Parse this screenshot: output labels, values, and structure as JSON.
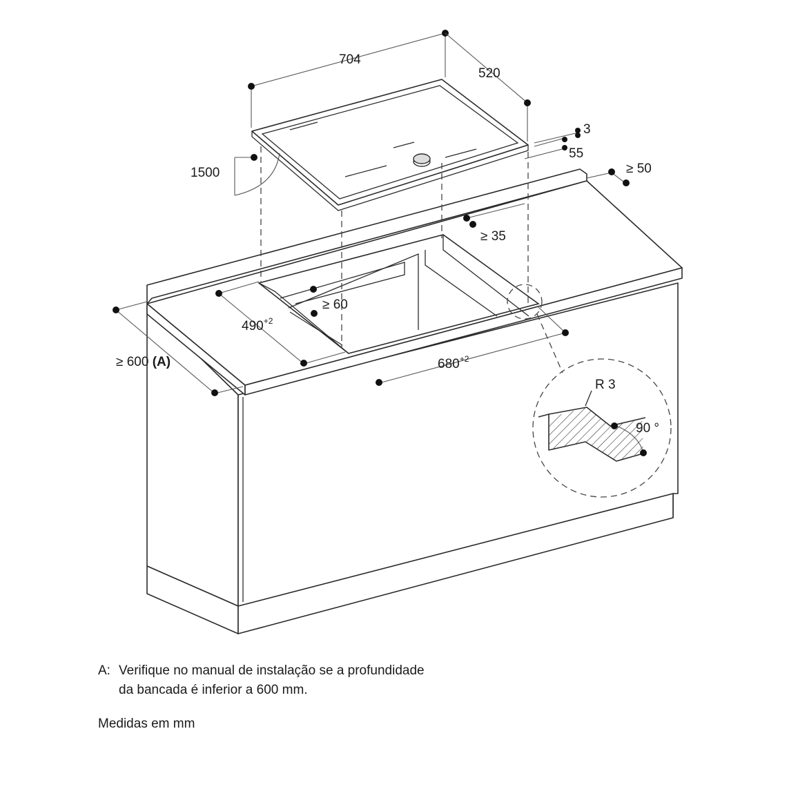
{
  "dimensions": {
    "width": "704",
    "depth": "520",
    "cable": "1500",
    "glass": "3",
    "height": "55",
    "rear_clearance": "≥ 50",
    "rear_min": "≥ 35",
    "front_min": "≥ 60",
    "cutout_depth": "490",
    "cutout_depth_tol": "+2",
    "cutout_width": "680",
    "cutout_width_tol": "+2",
    "worktop_depth": "≥ 600",
    "worktop_depth_ref": "(A)",
    "radius": "R 3",
    "angle": "90 °"
  },
  "notes": {
    "key": "A:",
    "line1": "Verifique no manual de instalação se a profundidade",
    "line2": "da bancada é inferior a 600 mm."
  },
  "footer": "Medidas em mm"
}
